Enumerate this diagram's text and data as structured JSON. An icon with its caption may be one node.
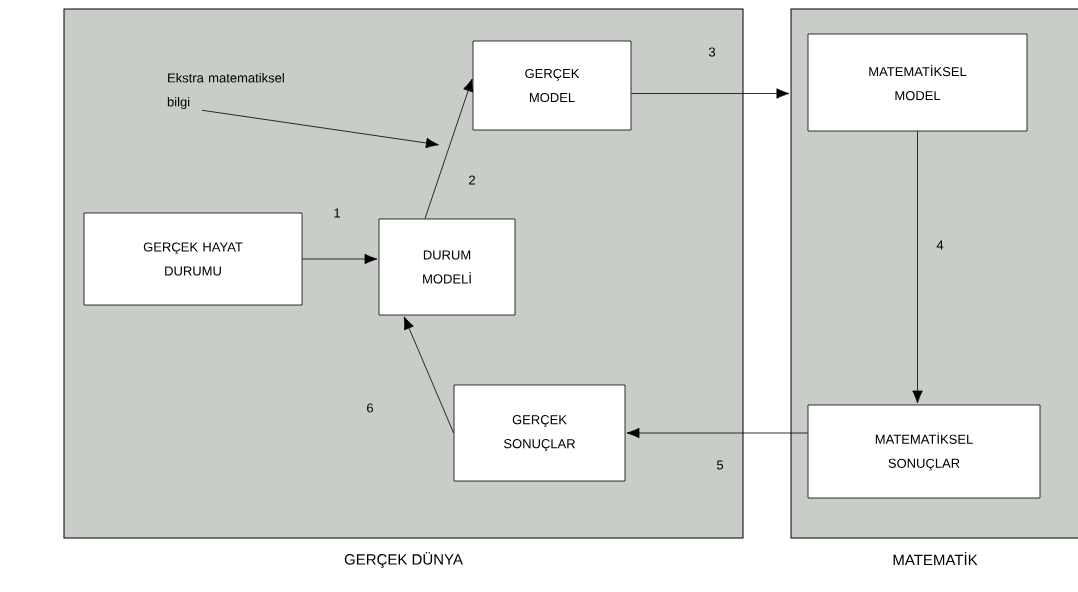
{
  "diagram": {
    "nodes": [
      {
        "text": [
          "GERÇEK DÜNYA"
        ]
      },
      {
        "text": [
          "MATEMATİK"
        ]
      },
      {
        "text": [
          "Ekstra matematiksel bilgi"
        ],
        "in": 0
      },
      {
        "text": [
          "GERÇEK MODEL"
        ],
        "in": 0
      },
      {
        "text": [
          "GERÇEK HAYAT DURUMU"
        ],
        "in": 0
      },
      {
        "text": [
          "DURUM MODELİ"
        ],
        "in": 0
      },
      {
        "text": [
          "MATEMATİKSEL MODEL"
        ],
        "in": 1
      },
      {
        "text": [
          "GERÇEK SONUÇLAR"
        ],
        "in": 0
      },
      {
        "text": [
          "MATEMATİKSEL SONUÇLAR"
        ],
        "in": 1
      }
    ],
    "edges": [
      {
        "from": 2,
        "to": null,
        "arrow": "to"
      },
      {
        "from": 4,
        "to": 5,
        "arrow": "to",
        "label": "1"
      },
      {
        "from": 5,
        "to": 3,
        "arrow": "to",
        "label": "2"
      },
      {
        "from": 3,
        "to": 1,
        "arrow": "to",
        "label": "3"
      },
      {
        "from": 6,
        "to": 8,
        "arrow": "to",
        "label": "4"
      },
      {
        "from": 8,
        "to": 7,
        "arrow": "to",
        "label": "5"
      },
      {
        "from": 7,
        "to": 5,
        "arrow": "to",
        "label": "6"
      }
    ]
  }
}
